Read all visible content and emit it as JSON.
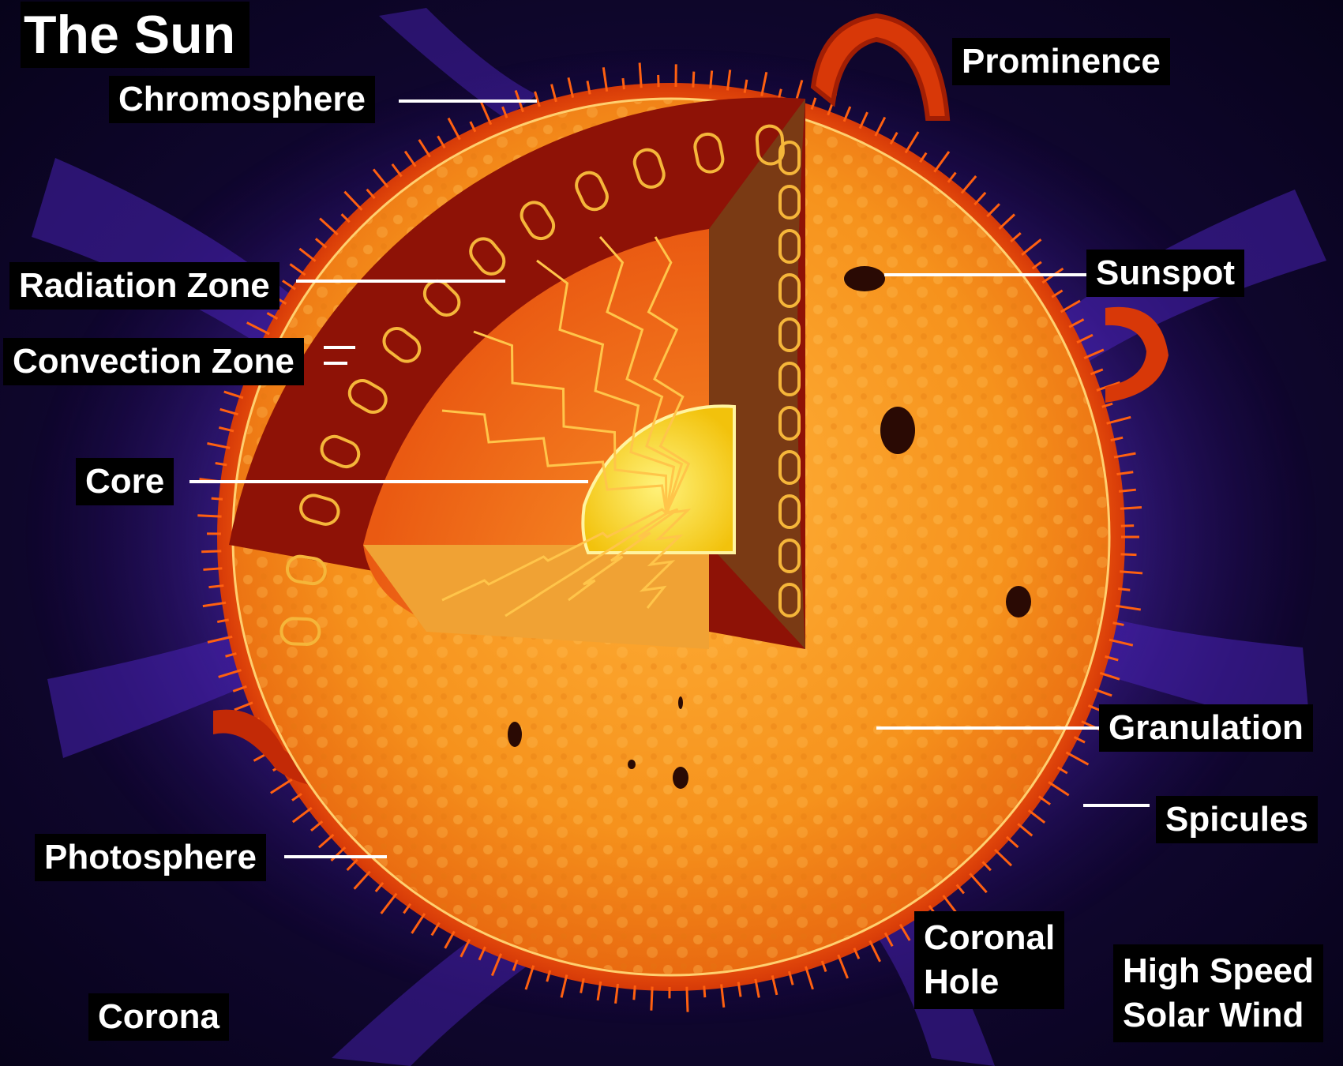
{
  "title": "The Sun",
  "labels": {
    "chromosphere": "Chromosphere",
    "prominence": "Prominence",
    "radiation_zone": "Radiation Zone",
    "convection_zone": "Convection Zone",
    "sunspot": "Sunspot",
    "core": "Core",
    "granulation": "Granulation",
    "spicules": "Spicules",
    "photosphere": "Photosphere",
    "coronal_hole": [
      "Coronal",
      "Hole"
    ],
    "high_speed_solar_wind": [
      "High Speed",
      "Solar Wind"
    ],
    "corona": "Corona"
  },
  "colors": {
    "background": "#0c0628",
    "corona_glow": "#5a2fd8",
    "photosphere": "#f79a1e",
    "chromosphere": "#ff5a0a",
    "convection_zone": "#8e1206",
    "radiation_zone": "#f36a16",
    "core": "#f5d318",
    "leader_line": "#ffffff"
  }
}
